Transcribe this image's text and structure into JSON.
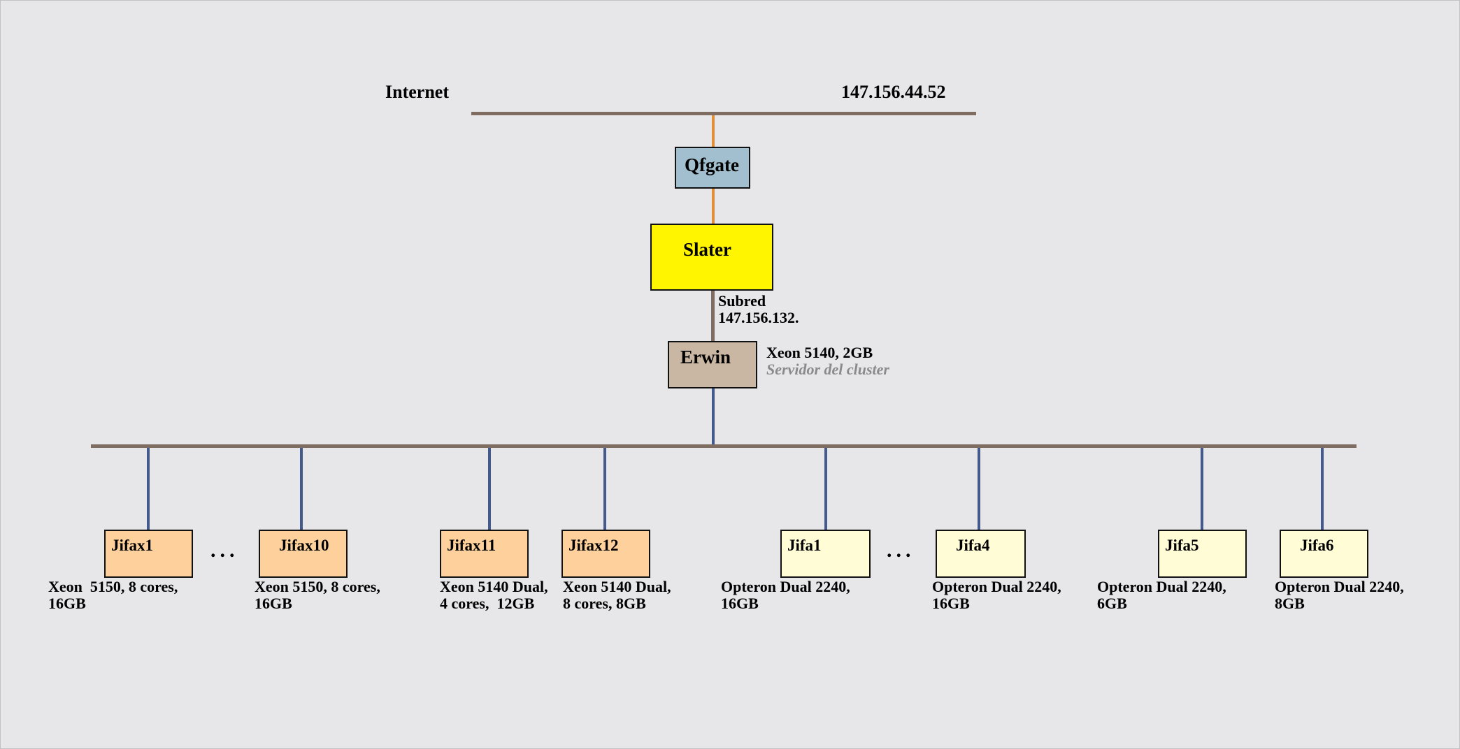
{
  "internet": {
    "label": "Internet",
    "ip": "147.156.44.52"
  },
  "gateway": {
    "name": "Qfgate"
  },
  "router": {
    "name": "Slater",
    "subnet_line1": "Subred",
    "subnet_line2": "147.156.132."
  },
  "server": {
    "name": "Erwin",
    "spec": "Xeon 5140, 2GB",
    "role": "Servidor del cluster"
  },
  "ellipsis": "...",
  "nodes": [
    {
      "name": "Jifax1",
      "spec_line1": "Xeon  5150, 8 cores,",
      "spec_line2": "16GB"
    },
    {
      "name": "Jifax10",
      "spec_line1": "Xeon 5150, 8 cores,",
      "spec_line2": "16GB"
    },
    {
      "name": "Jifax11",
      "spec_line1": "Xeon 5140 Dual,",
      "spec_line2": "4 cores,  12GB"
    },
    {
      "name": "Jifax12",
      "spec_line1": "Xeon 5140 Dual,",
      "spec_line2": "8 cores, 8GB"
    },
    {
      "name": "Jifa1",
      "spec_line1": "Opteron Dual 2240,",
      "spec_line2": "16GB"
    },
    {
      "name": "Jifa4",
      "spec_line1": "Opteron Dual 2240,",
      "spec_line2": "16GB"
    },
    {
      "name": "Jifa5",
      "spec_line1": "Opteron Dual 2240,",
      "spec_line2": "6GB"
    },
    {
      "name": "Jifa6",
      "spec_line1": "Opteron Dual 2240,",
      "spec_line2": "8GB"
    }
  ],
  "colors": {
    "background": "#e7e6e8",
    "backbone_line": "#7f6d62",
    "uplink_line": "#e08f3a",
    "node_line": "#445a8c",
    "qfgate_fill": "#a2bfcf",
    "slater_fill": "#fff500",
    "erwin_fill": "#c9b7a3",
    "xeon_node_fill": "#fdd09c",
    "opteron_node_fill": "#fffcd6",
    "role_text": "#8a8a8a"
  }
}
